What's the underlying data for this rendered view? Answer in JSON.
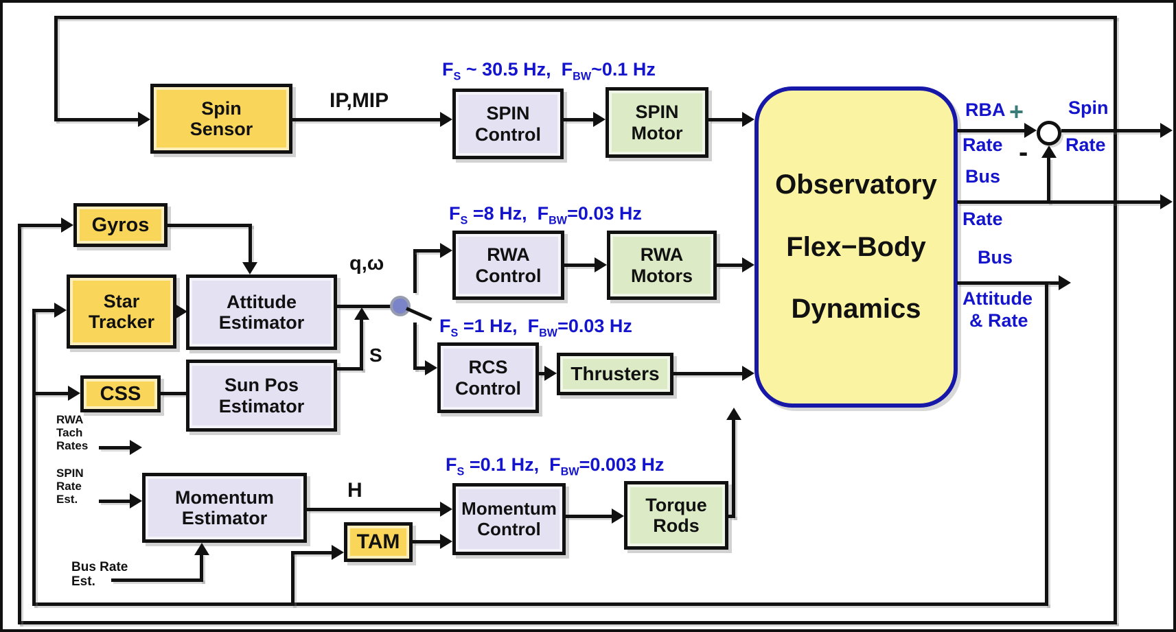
{
  "colors": {
    "sensor_yellow": "#F9D65A",
    "controller_lavender": "#E4E2F2",
    "actuator_green": "#DCEBC6",
    "plant_yellow": "#FAF3A2",
    "plant_border_blue": "#1717A8",
    "label_blue": "#1414CC",
    "line_black": "#111111",
    "plus_sign_teal": "#3A7D78",
    "switch_dot_blue": "#7B84C8"
  },
  "boxes": {
    "spin_sensor": {
      "lines": [
        "Spin",
        "Sensor"
      ]
    },
    "spin_control": {
      "lines": [
        "SPIN",
        "Control"
      ]
    },
    "spin_motor": {
      "lines": [
        "SPIN",
        "Motor"
      ]
    },
    "gyros": {
      "lines": [
        "Gyros"
      ]
    },
    "star_tracker": {
      "lines": [
        "Star",
        "Tracker"
      ]
    },
    "attitude_estimator": {
      "lines": [
        "Attitude",
        "Estimator"
      ]
    },
    "css": {
      "lines": [
        "CSS"
      ]
    },
    "sun_pos_estimator": {
      "lines": [
        "Sun Pos",
        "Estimator"
      ]
    },
    "rwa_control": {
      "lines": [
        "RWA",
        "Control"
      ]
    },
    "rwa_motors": {
      "lines": [
        "RWA",
        "Motors"
      ]
    },
    "rcs_control": {
      "lines": [
        "RCS",
        "Control"
      ]
    },
    "thrusters": {
      "lines": [
        "Thrusters"
      ]
    },
    "momentum_estimator": {
      "lines": [
        "Momentum",
        "Estimator"
      ]
    },
    "tam": {
      "lines": [
        "TAM"
      ]
    },
    "momentum_control": {
      "lines": [
        "Momentum",
        "Control"
      ]
    },
    "torque_rods": {
      "lines": [
        "Torque",
        "Rods"
      ]
    },
    "observatory": {
      "lines": [
        "Observatory",
        "Flex−Body",
        "Dynamics"
      ]
    }
  },
  "signals": {
    "ip_mip": "IP,MIP",
    "q_omega": "q,ω",
    "sun_vector": "S",
    "momentum": "H",
    "plus": "+",
    "minus": "-",
    "rba_rate": [
      "RBA",
      "Rate"
    ],
    "spin_rate": [
      "Spin",
      "Rate"
    ],
    "bus_rate": [
      "Bus",
      "Rate"
    ],
    "bus_att_rate": [
      "Bus",
      "Attitude",
      "& Rate"
    ],
    "rwa_tach_rates": [
      "RWA",
      "Tach",
      "Rates"
    ],
    "spin_rate_est": [
      "SPIN",
      "Rate",
      "Est."
    ],
    "bus_rate_est": [
      "Bus Rate",
      "Est."
    ]
  },
  "freq_labels": {
    "spin": {
      "f1": "F",
      "sub1": "S",
      "mid1": " ~ 30.5 Hz,  ",
      "f2": "F",
      "sub2": "BW",
      "mid2": "~0.1 Hz"
    },
    "rwa": {
      "f1": "F",
      "sub1": "S",
      "mid1": " =8 Hz,  ",
      "f2": "F",
      "sub2": "BW",
      "mid2": "=0.03 Hz"
    },
    "rcs": {
      "f1": "F",
      "sub1": "S",
      "mid1": " =1 Hz,  ",
      "f2": "F",
      "sub2": "BW",
      "mid2": "=0.03 Hz"
    },
    "momentum": {
      "f1": "F",
      "sub1": "S",
      "mid1": " =0.1 Hz,  ",
      "f2": "F",
      "sub2": "BW",
      "mid2": "=0.003 Hz"
    }
  }
}
